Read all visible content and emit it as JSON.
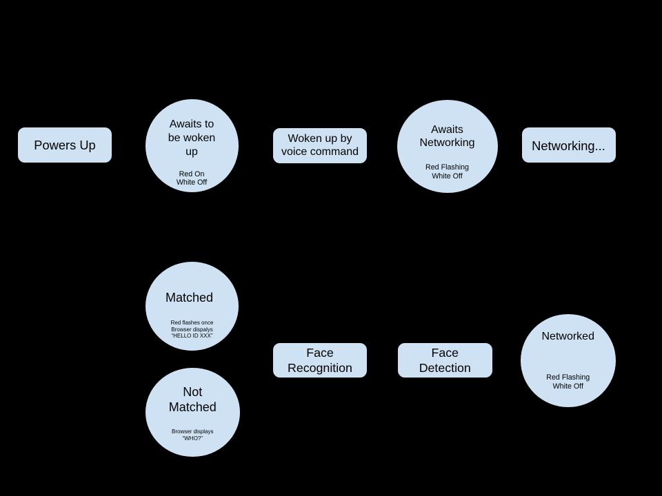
{
  "diagram": {
    "type": "flowchart",
    "background_color": "#000000",
    "node_fill_color": "#cfe2f3",
    "node_border_color": "#000000",
    "text_color": "#000000",
    "nodes": [
      {
        "id": "powers-up",
        "shape": "rounded-rectangle",
        "label_lines": [
          "Powers Up"
        ]
      },
      {
        "id": "awaits-to-be-woken-up",
        "shape": "ellipse",
        "label_lines": [
          "Awaits to",
          "be woken",
          "up"
        ],
        "sublabel_lines": [
          "Red On",
          "White Off"
        ]
      },
      {
        "id": "woken-up-by-voice-command",
        "shape": "rounded-rectangle",
        "label_lines": [
          "Woken up by",
          "voice command"
        ]
      },
      {
        "id": "awaits-networking",
        "shape": "ellipse",
        "label_lines": [
          "Awaits",
          "Networking"
        ],
        "sublabel_lines": [
          "Red Flashing",
          "White Off"
        ]
      },
      {
        "id": "networking",
        "shape": "rounded-rectangle",
        "label_lines": [
          "Networking..."
        ]
      },
      {
        "id": "matched",
        "shape": "ellipse",
        "label_lines": [
          "Matched"
        ],
        "sublabel_lines": [
          "Red flashes once",
          "Browser dispalys",
          "“HELLO ID XXX”"
        ]
      },
      {
        "id": "not-matched",
        "shape": "ellipse",
        "label_lines": [
          "Not",
          "Matched"
        ],
        "sublabel_lines": [
          "Browser displays",
          "“WHO?”"
        ]
      },
      {
        "id": "face-recognition",
        "shape": "rounded-rectangle",
        "label_lines": [
          "Face",
          "Recognition"
        ]
      },
      {
        "id": "face-detection",
        "shape": "rounded-rectangle",
        "label_lines": [
          "Face",
          "Detection"
        ]
      },
      {
        "id": "networked",
        "shape": "ellipse",
        "label_lines": [
          "Networked"
        ],
        "sublabel_lines": [
          "Red Flashing",
          "White Off"
        ]
      }
    ]
  }
}
